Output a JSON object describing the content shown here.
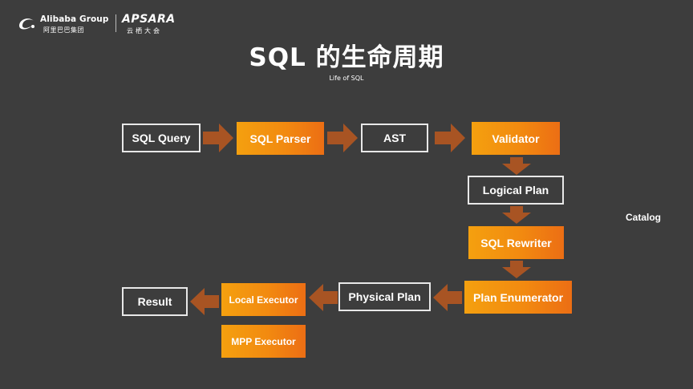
{
  "header": {
    "brand": "Alibaba Group",
    "brand_cn": "阿里巴巴集团",
    "event": "APSARA",
    "event_cn": "云栖大会"
  },
  "title": "SQL 的生命周期",
  "subtitle": "Life of SQL",
  "nodes": {
    "sql_query": "SQL Query",
    "sql_parser": "SQL Parser",
    "ast": "AST",
    "validator": "Validator",
    "logical_plan": "Logical Plan",
    "sql_rewriter": "SQL Rewriter",
    "plan_enumerator": "Plan Enumerator",
    "physical_plan": "Physical Plan",
    "local_executor": "Local Executor",
    "mpp_executor": "MPP Executor",
    "result": "Result"
  },
  "side_label": "Catalog",
  "colors": {
    "background": "#3d3d3d",
    "box_orange": "#f28a10",
    "arrow_brown": "#a85423",
    "outline": "#e8e8e8"
  }
}
